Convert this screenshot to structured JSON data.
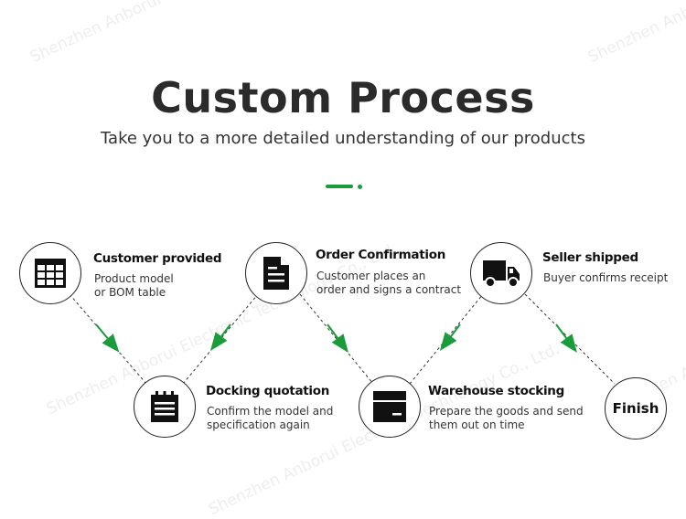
{
  "watermark": {
    "text_a": "Shenzhen Anborui Electronic Technology Co., Ltd.",
    "text_b": "Shenzhen Anbo"
  },
  "header": {
    "title": "Custom Process",
    "subtitle": "Take you to a more detailed understanding of our products"
  },
  "accent_color": "#1a9c3b",
  "steps": [
    {
      "title": "Customer provided",
      "desc_lines": [
        "Product model",
        "or BOM table"
      ],
      "icon": "table-icon"
    },
    {
      "title": "Docking quotation",
      "desc_lines": [
        "Confirm the model and",
        "specification again"
      ],
      "icon": "notepad-icon"
    },
    {
      "title": "Order Confirmation",
      "desc_lines": [
        "Customer places an",
        "order and signs a contract"
      ],
      "icon": "document-icon"
    },
    {
      "title": "Warehouse stocking",
      "desc_lines": [
        "Prepare the goods and send",
        "them out on time"
      ],
      "icon": "box-icon"
    },
    {
      "title": "Seller shipped",
      "desc_lines": [
        "Buyer confirms receipt"
      ],
      "icon": "truck-icon"
    },
    {
      "title": "Finish",
      "desc_lines": [],
      "icon": ""
    }
  ]
}
